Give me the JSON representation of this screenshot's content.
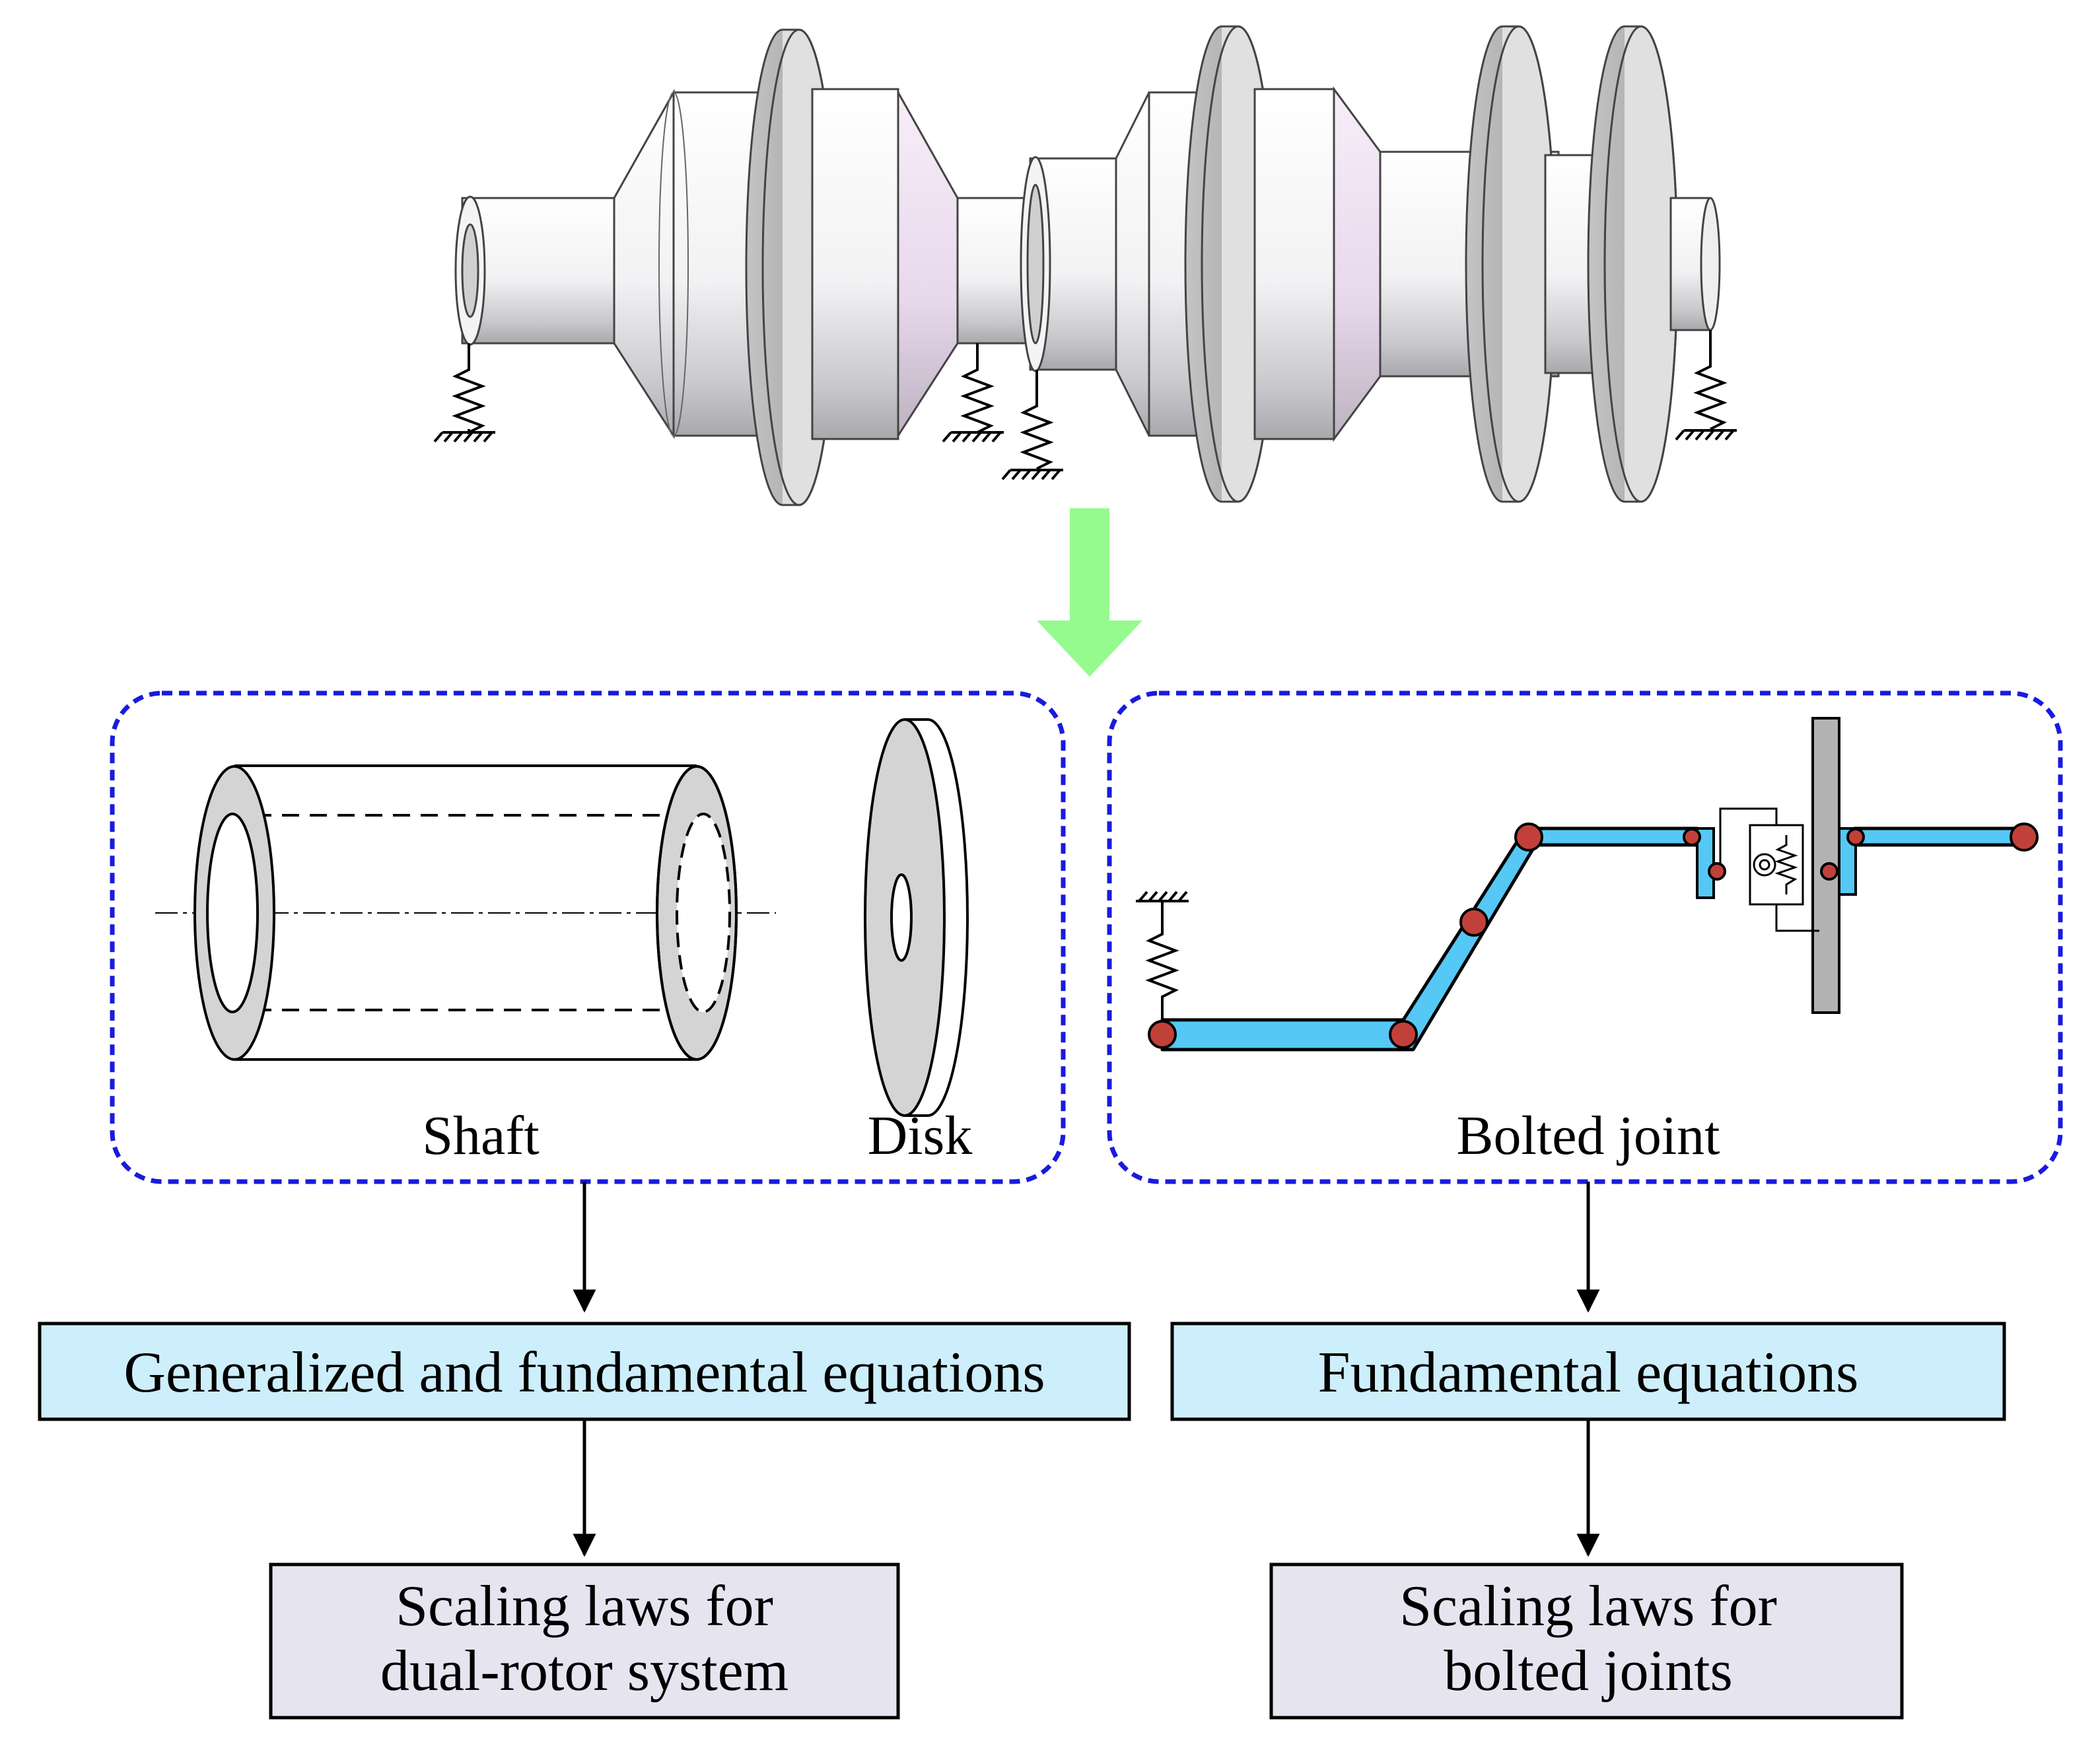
{
  "panels": {
    "left": {
      "shaft_label": "Shaft",
      "disk_label": "Disk"
    },
    "right": {
      "joint_label": "Bolted joint"
    }
  },
  "boxes": {
    "left_equations": "Generalized and fundamental equations",
    "right_equations": "Fundamental equations",
    "left_scaling": [
      "Scaling laws for",
      "dual-rotor system"
    ],
    "right_scaling": [
      "Scaling laws for",
      "bolted joints"
    ]
  },
  "colors": {
    "panel_border": "#1a1adf",
    "equation_box_fill": "#cdeefb",
    "scaling_box_fill": "#e6e4ef",
    "green_arrow": "#95fb8f",
    "blue_bar": "#55c8f5",
    "node_red": "#c1413a",
    "disk_gray": "#b3b3b3"
  }
}
